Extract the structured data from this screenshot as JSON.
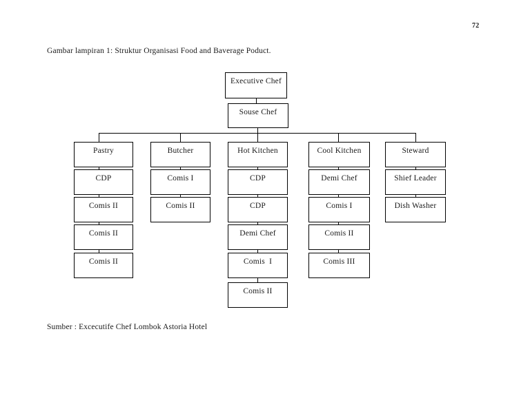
{
  "document": {
    "page_number": "72",
    "figure_caption": "Gambar lampiran 1: Struktur Organisasi Food and Baverage Poduct.",
    "source_note": "Sumber : Excecutife Chef Lombok Astoria Hotel"
  },
  "chart_data": {
    "type": "diagram",
    "title": "Struktur Organisasi Food and Baverage Poduct",
    "orientation": "top-down",
    "root": "Executive Chef",
    "nodes": {
      "executive_chef": "Executive Chef",
      "souse_chef": "Souse Chef",
      "pastry": "Pastry",
      "pastry_1": "CDP",
      "pastry_2": "Comis II",
      "pastry_3": "Comis II",
      "pastry_4": "Comis II",
      "butcher": "Butcher",
      "butcher_1": "Comis I",
      "butcher_2": "Comis II",
      "hot_kitchen": "Hot Kitchen",
      "hot_1": "CDP",
      "hot_2": "CDP",
      "hot_3": "Demi Chef",
      "hot_4": "Comis  I",
      "hot_5": "Comis II",
      "cool_kitchen": "Cool Kitchen",
      "cool_1": "Demi Chef",
      "cool_2": "Comis I",
      "cool_3": "Comis II",
      "cool_4": "Comis III",
      "steward": "Steward",
      "steward_1": "Shief Leader",
      "steward_2": "Dish Washer"
    },
    "departments": [
      {
        "name": "Pastry",
        "children": [
          "CDP",
          "Comis II",
          "Comis II",
          "Comis II"
        ]
      },
      {
        "name": "Butcher",
        "children": [
          "Comis I",
          "Comis II"
        ]
      },
      {
        "name": "Hot Kitchen",
        "children": [
          "CDP",
          "CDP",
          "Demi Chef",
          "Comis  I",
          "Comis II"
        ]
      },
      {
        "name": "Cool Kitchen",
        "children": [
          "Demi Chef",
          "Comis I",
          "Comis II",
          "Comis III"
        ]
      },
      {
        "name": "Steward",
        "children": [
          "Shief Leader",
          "Dish Washer"
        ]
      }
    ],
    "edges": [
      [
        "Executive Chef",
        "Souse Chef"
      ],
      [
        "Souse Chef",
        "Pastry"
      ],
      [
        "Souse Chef",
        "Butcher"
      ],
      [
        "Souse Chef",
        "Hot Kitchen"
      ],
      [
        "Souse Chef",
        "Cool Kitchen"
      ],
      [
        "Souse Chef",
        "Steward"
      ]
    ],
    "colors": {
      "box_border": "#000000",
      "box_fill": "#ffffff",
      "text": "#1a1a1a",
      "connector": "#000000"
    }
  }
}
